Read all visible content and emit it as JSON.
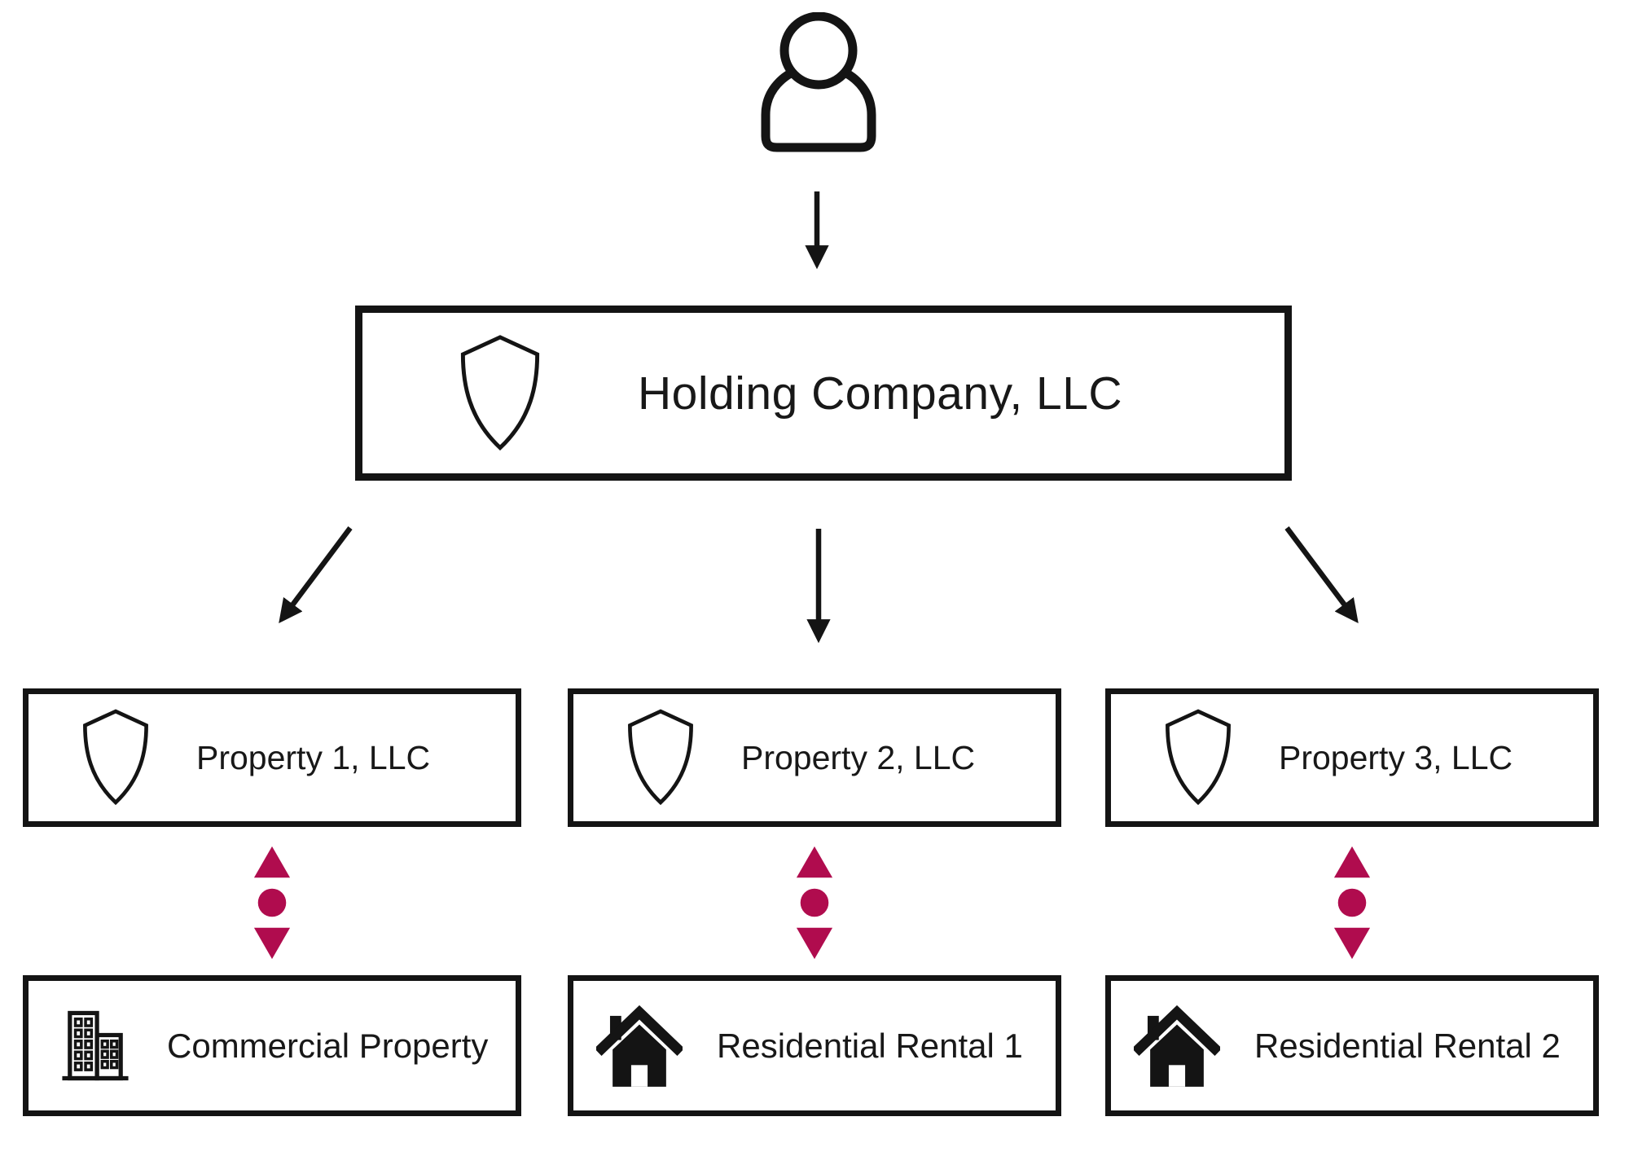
{
  "diagram": {
    "nodes": {
      "owner": {
        "icon": "person-icon"
      },
      "holding": {
        "icon": "shield-icon",
        "label": "Holding Company, LLC"
      },
      "properties": [
        {
          "icon": "shield-icon",
          "label": "Property 1, LLC"
        },
        {
          "icon": "shield-icon",
          "label": "Property 2, LLC"
        },
        {
          "icon": "shield-icon",
          "label": "Property 3, LLC"
        }
      ],
      "assets": [
        {
          "icon": "building-icon",
          "label": "Commercial Property"
        },
        {
          "icon": "house-icon",
          "label": "Residential Rental 1"
        },
        {
          "icon": "house-icon",
          "label": "Residential Rental 2"
        }
      ]
    },
    "connectors": {
      "owner_to_holding": "down-arrow",
      "holding_to_properties": "down-arrow",
      "property_to_asset": "two-way-arrow"
    },
    "colors": {
      "accent": "#B00C4E",
      "ink": "#141414",
      "background": "#FFFFFF"
    }
  }
}
